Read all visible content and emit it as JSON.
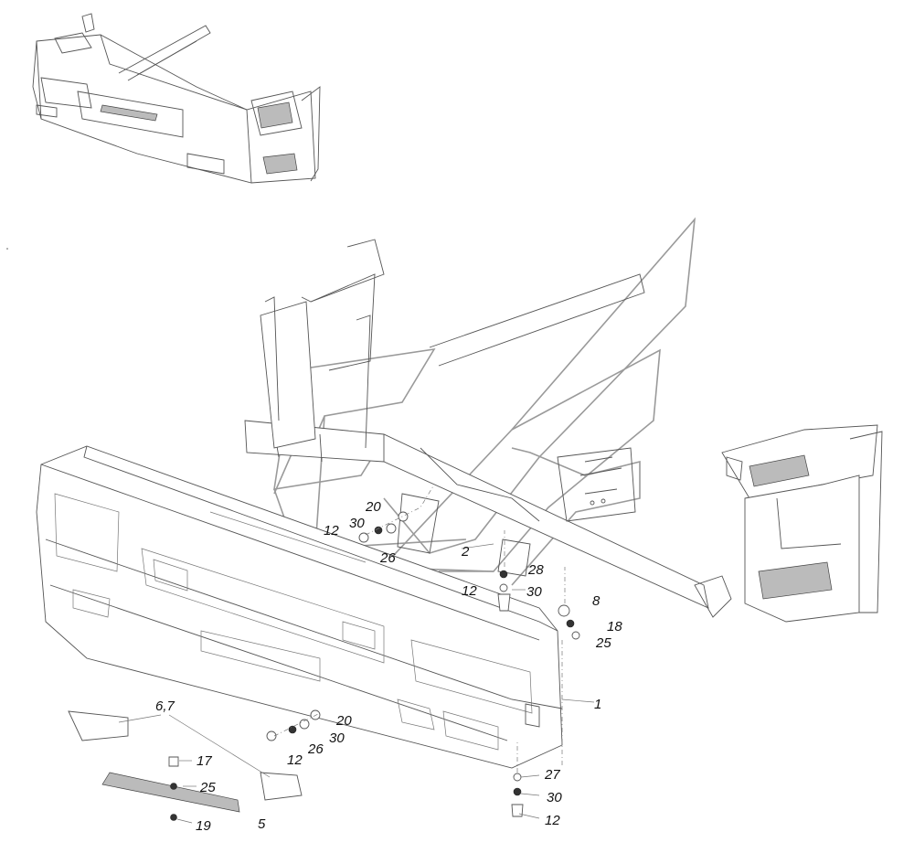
{
  "callouts": [
    {
      "id": "c1",
      "text": "1"
    },
    {
      "id": "c2",
      "text": "2"
    },
    {
      "id": "c5",
      "text": "5"
    },
    {
      "id": "c67",
      "text": "6,7"
    },
    {
      "id": "c8",
      "text": "8"
    },
    {
      "id": "c12a",
      "text": "12"
    },
    {
      "id": "c12b",
      "text": "12"
    },
    {
      "id": "c12c",
      "text": "12"
    },
    {
      "id": "c12d",
      "text": "12"
    },
    {
      "id": "c17",
      "text": "17"
    },
    {
      "id": "c18",
      "text": "18"
    },
    {
      "id": "c19",
      "text": "19"
    },
    {
      "id": "c20a",
      "text": "20"
    },
    {
      "id": "c20b",
      "text": "20"
    },
    {
      "id": "c25a",
      "text": "25"
    },
    {
      "id": "c25b",
      "text": "25"
    },
    {
      "id": "c26a",
      "text": "26"
    },
    {
      "id": "c26b",
      "text": "26"
    },
    {
      "id": "c27",
      "text": "27"
    },
    {
      "id": "c28",
      "text": "28"
    },
    {
      "id": "c30a",
      "text": "30"
    },
    {
      "id": "c30b",
      "text": "30"
    },
    {
      "id": "c30c",
      "text": "30"
    },
    {
      "id": "c30d",
      "text": "30"
    }
  ]
}
